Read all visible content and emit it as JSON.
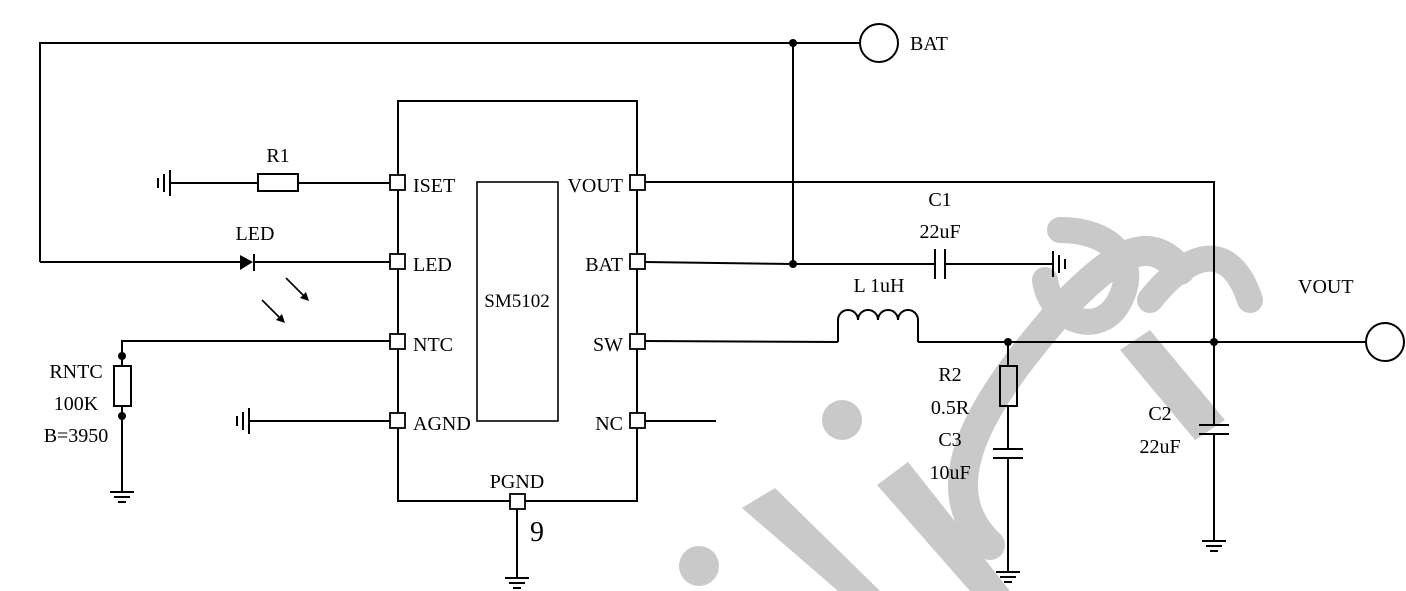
{
  "chip": {
    "name": "SM5102"
  },
  "pins": {
    "iset": "ISET",
    "led": "LED",
    "ntc": "NTC",
    "agnd": "AGND",
    "vout": "VOUT",
    "bat": "BAT",
    "sw": "SW",
    "nc": "NC",
    "pgnd": "PGND",
    "pgnd_number": "9"
  },
  "components": {
    "r1": "R1",
    "led": "LED",
    "rntc_name": "RNTC",
    "rntc_value": "100K",
    "rntc_beta": "B=3950",
    "c1_name": "C1",
    "c1_value": "22uF",
    "l": "L  1uH",
    "r2_name": "R2",
    "r2_value": "0.5R",
    "c3_name": "C3",
    "c3_value": "10uF",
    "c2_name": "C2",
    "c2_value": "22uF"
  },
  "terminals": {
    "bat": "BAT",
    "vout": "VOUT"
  },
  "watermark": ".licon"
}
